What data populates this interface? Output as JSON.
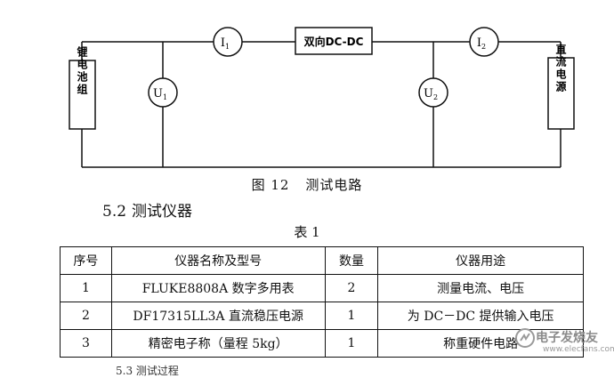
{
  "circuit": {
    "battery_label": "锂电池组",
    "dc_source_label": "直流电源",
    "converter_label": "双向DC-DC",
    "meters": {
      "i1": {
        "sym": "I",
        "sub": "1"
      },
      "i2": {
        "sym": "I",
        "sub": "2"
      },
      "u1": {
        "sym": "U",
        "sub": "1"
      },
      "u2": {
        "sym": "U",
        "sub": "2"
      }
    }
  },
  "figure_caption": {
    "number": "图 12",
    "title": "测试电路"
  },
  "section": {
    "number": "5.2",
    "title": "测试仪器"
  },
  "table_title": "表 1",
  "table": {
    "headers": [
      "序号",
      "仪器名称及型号",
      "数量",
      "仪器用途"
    ],
    "rows": [
      [
        "1",
        "FLUKE8808A 数字多用表",
        "2",
        "测量电流、电压"
      ],
      [
        "2",
        "DF17315LL3A 直流稳压电源",
        "1",
        "为 DC－DC 提供输入电压"
      ],
      [
        "3",
        "精密电子称（量程 5kg）",
        "1",
        "称重硬件电路"
      ]
    ]
  },
  "watermark": {
    "text": "电子发烧友",
    "url": "www.elecfans.com"
  },
  "next_heading_fragment": "5.3 测试过程"
}
